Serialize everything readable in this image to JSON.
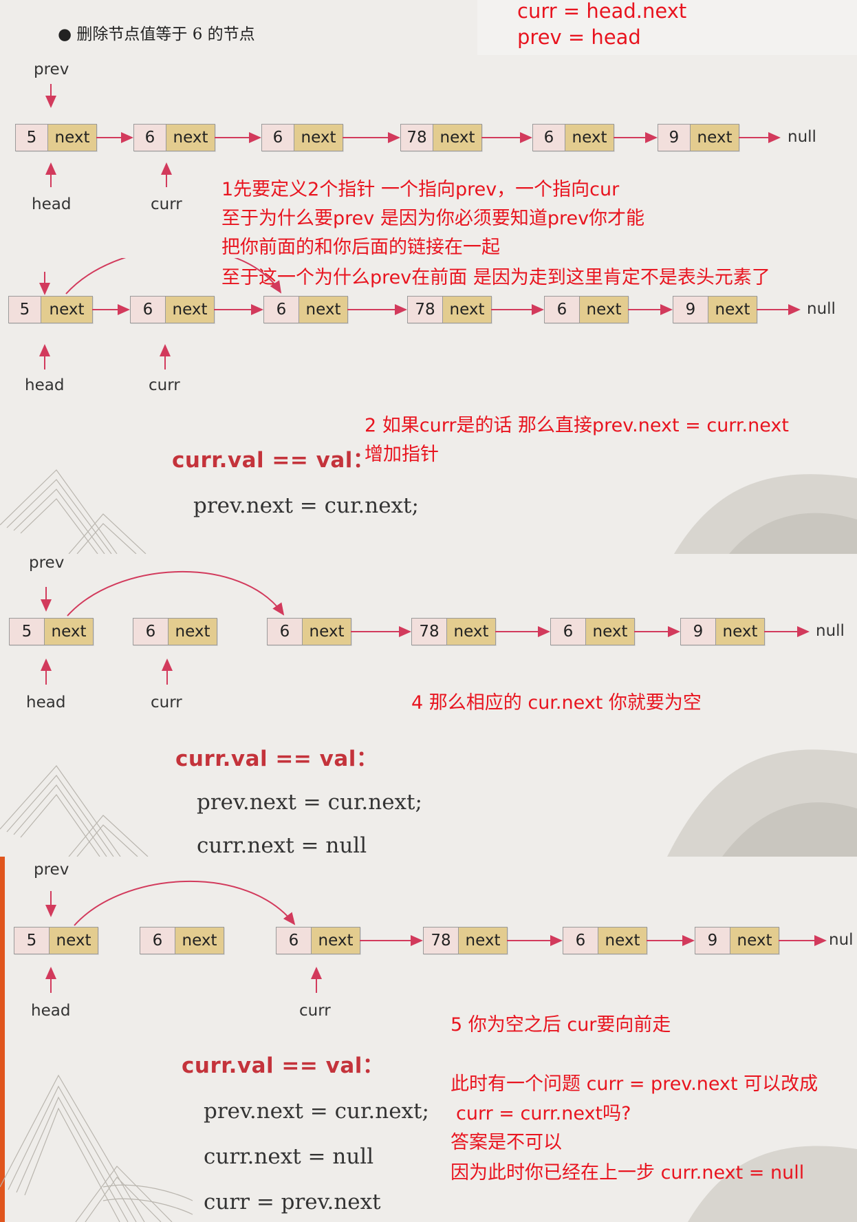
{
  "title": "● 删除节点值等于 6 的节点",
  "top_note": [
    "curr = head.next",
    "prev = head"
  ],
  "node_field": "next",
  "null_label": "null",
  "panels": [
    {
      "nodes": [
        "5",
        "6",
        "6",
        "78",
        "6",
        "9"
      ],
      "pointers": {
        "prev": "prev",
        "head": "head",
        "curr": "curr"
      },
      "notes": [
        "1先要定义2个指针  一个指向prev，一个指向cur",
        "至于为什么要prev 是因为你必须要知道prev你才能",
        "把你前面的和你后面的链接在一起",
        "至于这一个为什么prev在前面 是因为走到这里肯定不是表头元素了"
      ]
    },
    {
      "nodes": [
        "5",
        "6",
        "6",
        "78",
        "6",
        "9"
      ],
      "pointers": {
        "prev": "prev",
        "head": "head",
        "curr": "curr"
      },
      "condition": "curr.val == val：",
      "code": [
        "prev.next = cur.next;"
      ],
      "notes": [
        "2 如果curr是的话 那么直接prev.next = curr.next",
        "增加指针"
      ]
    },
    {
      "nodes": [
        "5",
        "6",
        "6",
        "78",
        "6",
        "9"
      ],
      "pointers": {
        "prev": "prev",
        "head": "head",
        "curr": "curr"
      },
      "condition": "curr.val == val：",
      "code": [
        "prev.next = cur.next;",
        "curr.next = null"
      ],
      "notes": [
        "4 那么相应的 cur.next 你就要为空"
      ]
    },
    {
      "nodes": [
        "5",
        "6",
        "6",
        "78",
        "6",
        "9"
      ],
      "pointers": {
        "prev": "prev",
        "head": "head",
        "curr": "curr"
      },
      "null_cut": "nul",
      "condition": "curr.val == val：",
      "code": [
        "prev.next = cur.next;",
        "curr.next = null",
        "curr = prev.next"
      ],
      "notes": [
        "5 你为空之后 cur要向前走",
        "此时有一个问题 curr = prev.next 可以改成",
        "curr = curr.next吗?",
        "答案是不可以",
        "因为此时你已经在上一步 curr.next = null"
      ]
    }
  ],
  "colors": {
    "accent_red": "#e8141f",
    "cond_red": "#c4333b",
    "node_value_fill": "#f2dfdc",
    "node_next_fill": "#e3cc8f",
    "pointer_arrow": "#d23a5c"
  }
}
